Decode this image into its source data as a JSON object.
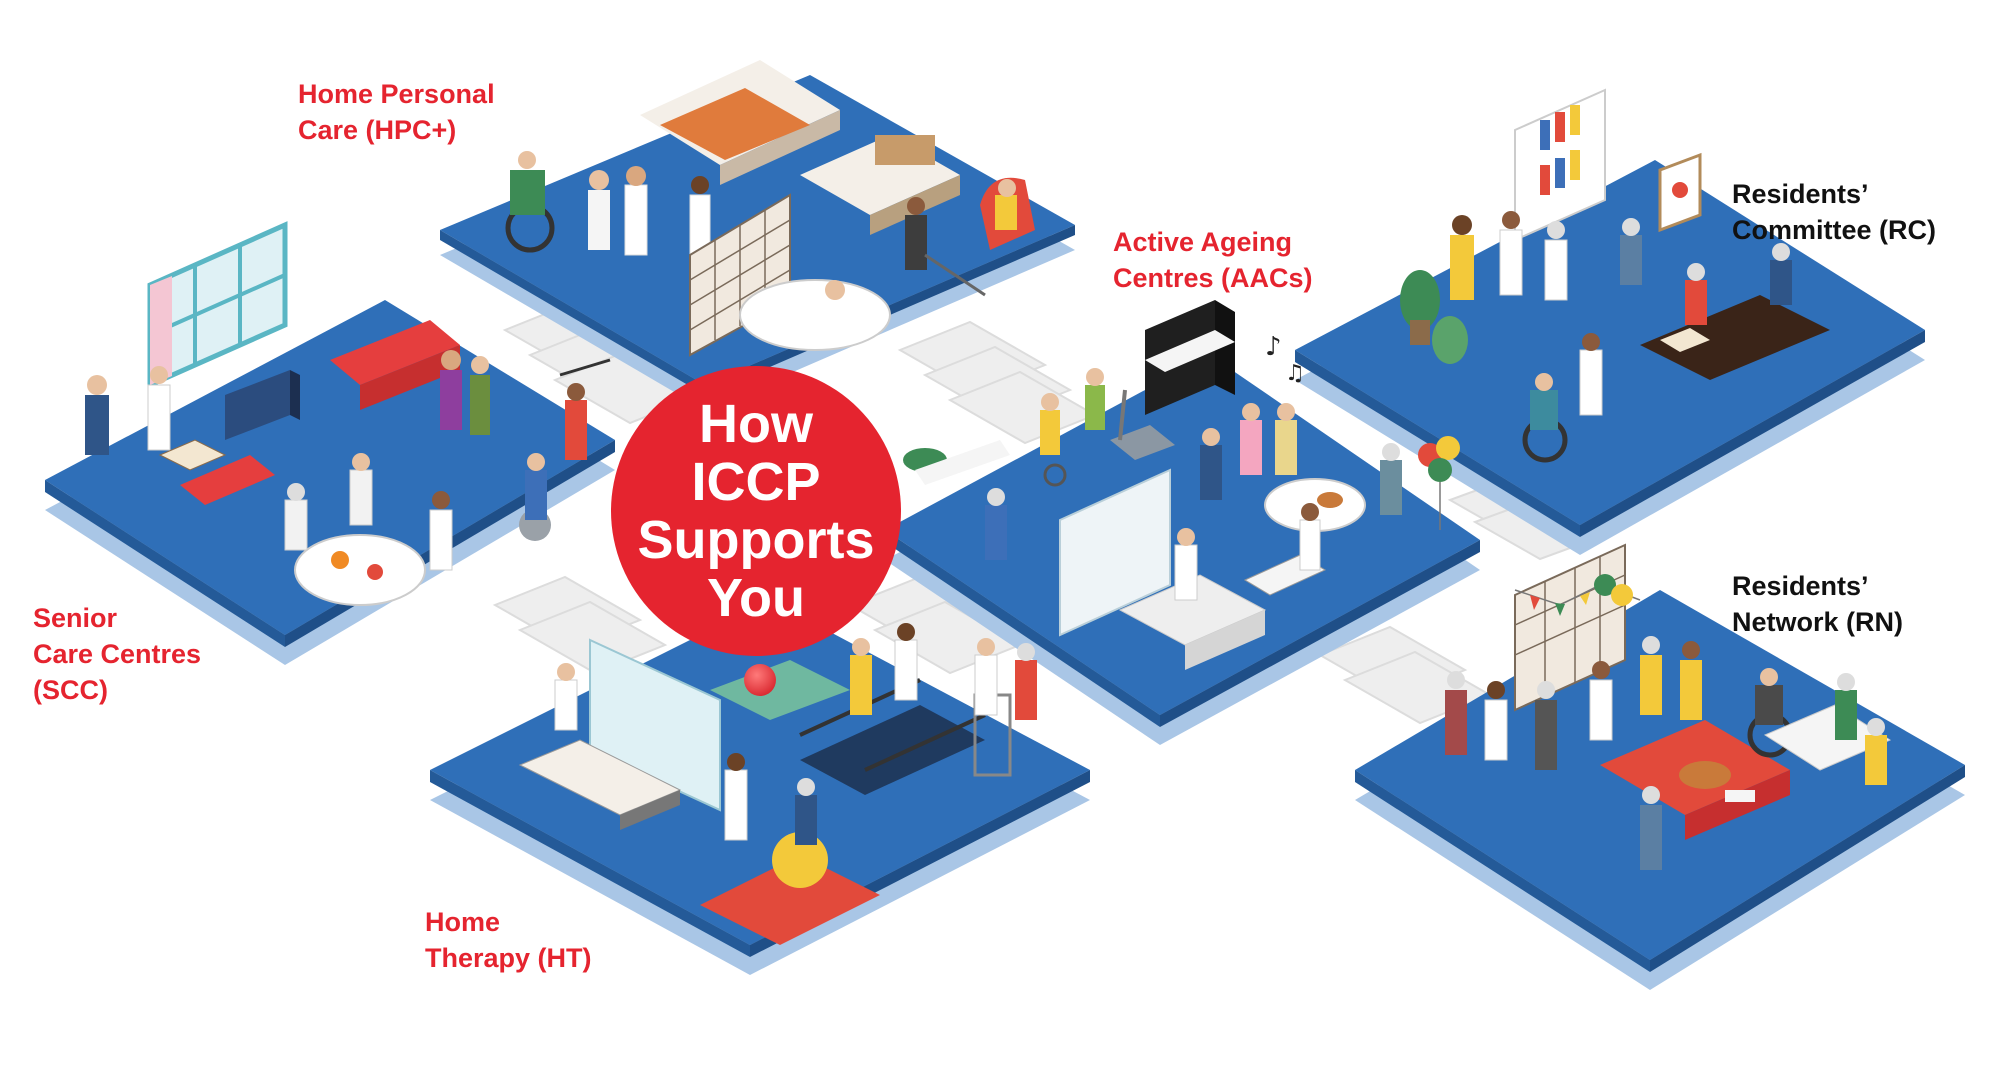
{
  "title": {
    "lines": [
      "How",
      "ICCP",
      "Supports",
      "You"
    ]
  },
  "colors": {
    "platform_top": "#2f6fb8",
    "platform_shadow": "#a9c6e6",
    "steps": "#f1f1f1",
    "circle": "#e5242f",
    "label_red": "#e5242f",
    "label_black": "#111111"
  },
  "services": {
    "hpc": {
      "lines": [
        "Home Personal",
        "Care (HPC+)"
      ],
      "icons": [
        "bed-icon",
        "wheelchair-icon",
        "bathtub-icon",
        "armchair-icon",
        "screen-icon"
      ]
    },
    "scc": {
      "lines": [
        "Senior",
        "Care Centres",
        "(SCC)"
      ],
      "icons": [
        "window-icon",
        "sofa-icon",
        "tv-icon",
        "dining-table-icon",
        "exercise-ball-icon"
      ]
    },
    "aac": {
      "lines": [
        "Active Ageing",
        "Centres (AACs)"
      ],
      "icons": [
        "piano-icon",
        "treadmill-icon",
        "massage-bed-icon",
        "balloons-icon",
        "table-icon"
      ]
    },
    "ht": {
      "lines": [
        "Home",
        "Therapy (HT)"
      ],
      "icons": [
        "therapy-bed-icon",
        "parallel-bars-icon",
        "walker-icon",
        "exercise-ball-icon",
        "mat-icon"
      ]
    },
    "rc": {
      "lines": [
        "Residents’",
        "Committee (RC)"
      ],
      "icons": [
        "bookshelf-icon",
        "easel-icon",
        "meeting-table-icon",
        "plant-icon",
        "wheelchair-icon"
      ]
    },
    "rn": {
      "lines": [
        "Residents’",
        "Network (RN)"
      ],
      "icons": [
        "party-table-icon",
        "bunting-icon",
        "cake-icon",
        "wheelchair-icon",
        "screen-icon"
      ]
    }
  }
}
